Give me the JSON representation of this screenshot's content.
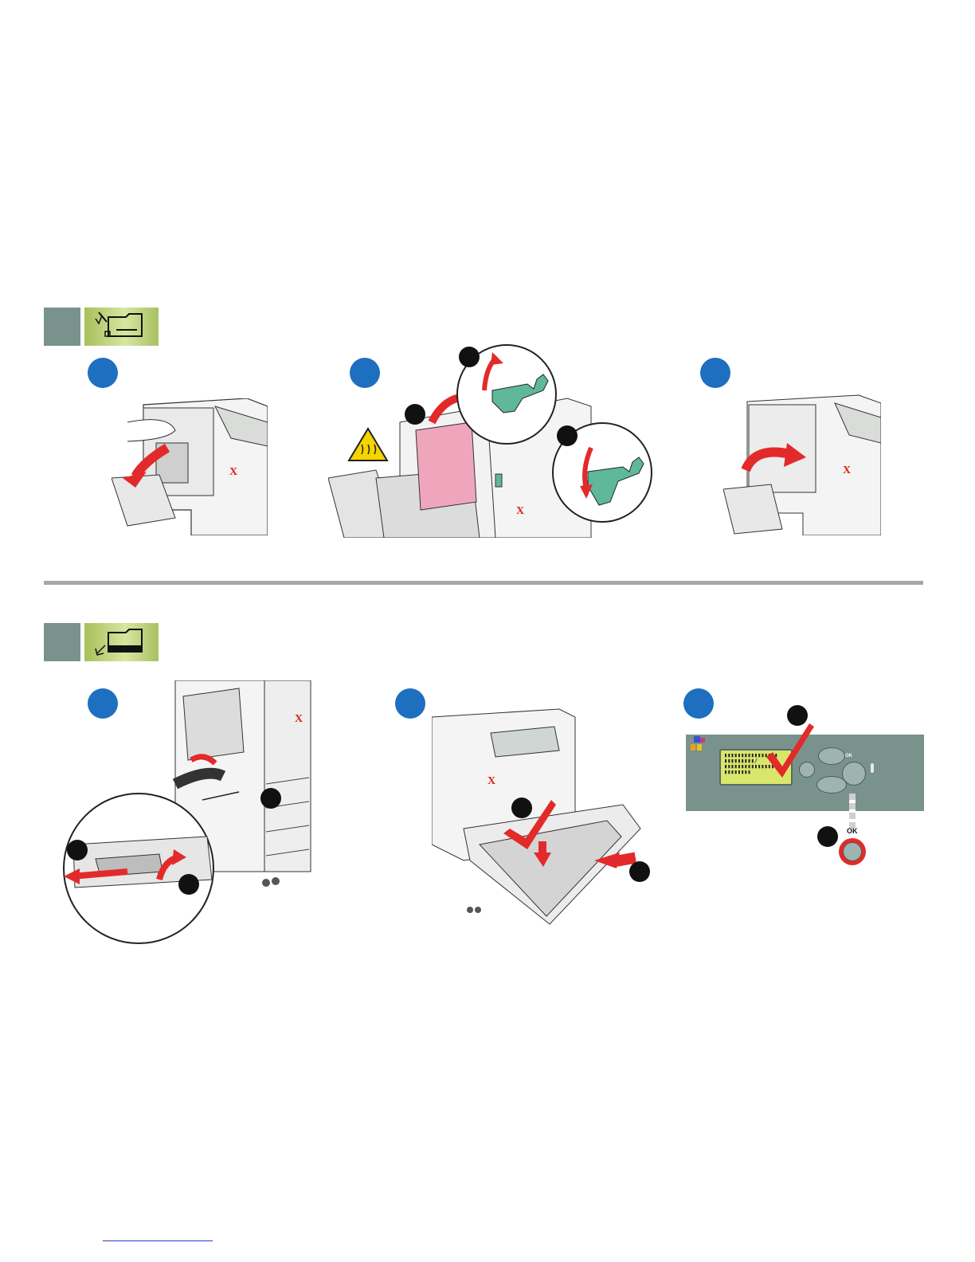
{
  "sections": [
    {
      "name": "fuser-jam",
      "steps": [
        "step-1",
        "step-2",
        "step-3"
      ]
    },
    {
      "name": "tray-jam",
      "steps": [
        "step-1",
        "step-2",
        "step-3"
      ]
    }
  ],
  "illustrations": {
    "printer_logo": "X",
    "control_panel": {
      "ok_label": "OK",
      "lcd_lines": [
        "▮▮▮▮▮▮▮▮▮▮▮▮▮▮▮▮",
        "▮▮▮▮▮▮▮▮▮/",
        "▮▮▮▮▮▮▮▮▮▮▮▮▮▮▮▮/",
        "▮▮▮▮▮▮▮▮"
      ],
      "panel_button_ok": "OK"
    }
  },
  "colors": {
    "step_badge": "#1e6fc0",
    "section_square": "#7a928c",
    "section_icon": "#c3d47e",
    "arrow": "#e32a2a",
    "lever": "#5fb89a",
    "fuser": "#e98aa8",
    "warning": "#f5d400",
    "divider": "#a7a7a7"
  },
  "icons": [
    "heat-warning-icon",
    "fuser-jam-icon",
    "tray-jam-icon",
    "checkmark-icon",
    "ok-button-icon"
  ]
}
